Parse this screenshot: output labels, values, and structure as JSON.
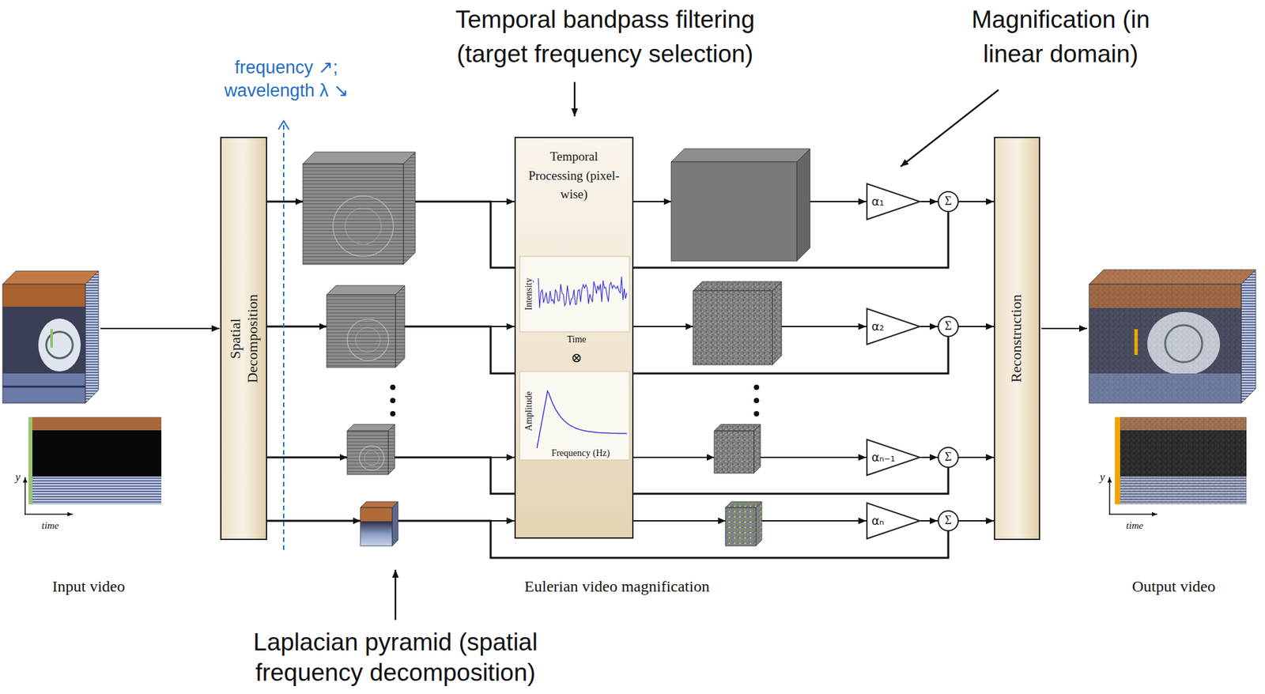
{
  "diagram": {
    "nodes": [
      {
        "text": [
          "Spatial Decomposition"
        ]
      },
      {
        "text": [
          "Temporal Processing (pixel-wise)"
        ]
      },
      {
        "text": [
          "α₁"
        ]
      },
      {
        "text": [
          "Σ"
        ]
      },
      {
        "text": [
          "α₂"
        ]
      },
      {
        "text": [
          "Σ"
        ]
      },
      {
        "text": [
          "αₙ₋₁"
        ]
      },
      {
        "text": [
          "Σ"
        ]
      },
      {
        "text": [
          "αₙ"
        ]
      },
      {
        "text": [
          "Σ"
        ]
      },
      {
        "text": [
          "Reconstruction"
        ]
      }
    ],
    "edges": [
      {
        "from": 0,
        "to": 1,
        "arrow": "to"
      },
      {
        "from": 0,
        "to": 1,
        "arrow": "to"
      },
      {
        "from": 0,
        "to": 1,
        "arrow": "to"
      },
      {
        "from": 0,
        "to": 1,
        "arrow": "to"
      },
      {
        "from": 0,
        "to": 3,
        "arrow": "none"
      },
      {
        "from": 0,
        "to": 5,
        "arrow": "none"
      },
      {
        "from": 0,
        "to": 7,
        "arrow": "none"
      },
      {
        "from": 0,
        "to": 9,
        "arrow": "none"
      },
      {
        "from": 1,
        "to": 2,
        "arrow": "to"
      },
      {
        "from": 1,
        "to": 4,
        "arrow": "to"
      },
      {
        "from": 1,
        "to": 6,
        "arrow": "to"
      },
      {
        "from": 1,
        "to": 8,
        "arrow": "to"
      },
      {
        "from": 2,
        "to": 3,
        "arrow": "to"
      },
      {
        "from": 4,
        "to": 5,
        "arrow": "to"
      },
      {
        "from": 6,
        "to": 7,
        "arrow": "to"
      },
      {
        "from": 8,
        "to": 9,
        "arrow": "to"
      },
      {
        "from": 3,
        "to": 10,
        "arrow": "to"
      },
      {
        "from": 5,
        "to": 10,
        "arrow": "to"
      },
      {
        "from": 7,
        "to": 10,
        "arrow": "to"
      },
      {
        "from": 9,
        "to": 10,
        "arrow": "to"
      }
    ],
    "labels": [
      "Temporal bandpass filtering (target frequency selection)",
      "Magnification (in linear domain)",
      "frequency ↗; wavelength λ ↘",
      "Intensity",
      "Time",
      "⊗",
      "Amplitude",
      "Frequency (Hz)",
      "y",
      "time",
      "Input video",
      "Eulerian video magnification",
      "y",
      "time",
      "Output video",
      "Laplacian pyramid (spatial frequency decomposition)"
    ]
  }
}
